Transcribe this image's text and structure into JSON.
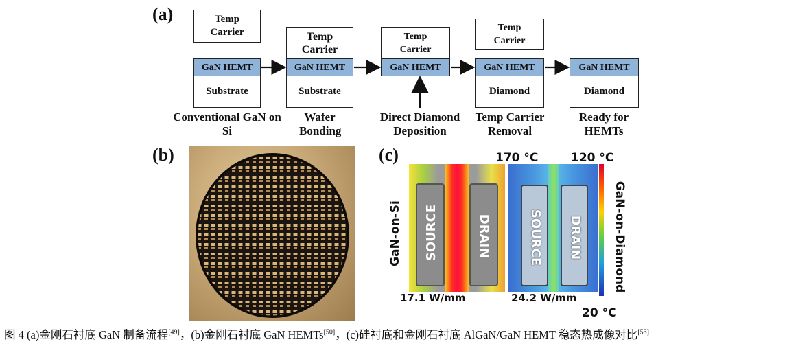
{
  "panels": {
    "a": "(a)",
    "b": "(b)",
    "c": "(c)"
  },
  "flow": {
    "temp_carrier": "Temp Carrier",
    "gan_hemt": "GaN HEMT",
    "substrate": "Substrate",
    "diamond": "Diamond",
    "steps": [
      {
        "label": "Conventional GaN on Si"
      },
      {
        "label": "Wafer Bonding"
      },
      {
        "label": "Direct Diamond Deposition"
      },
      {
        "label": "Temp Carrier Removal"
      },
      {
        "label": "Ready for HEMTs"
      }
    ]
  },
  "thermal": {
    "left_side_label": "GaN-on-Si",
    "right_side_label": "GaN-on-Diamond",
    "source": "SOURCE",
    "drain": "DRAIN",
    "left_max_temp": "170 °C",
    "right_max_temp": "120 °C",
    "min_temp": "20 °C",
    "left_power": "17.1 W/mm",
    "right_power": "24.2 W/mm"
  },
  "caption": {
    "part1": "图 4 (a)金刚石衬底 GaN 制备流程",
    "ref1": "[49]",
    "part2": "，(b)金刚石衬底 GaN HEMTs",
    "ref2": "[50]",
    "part3": "，(c)硅衬底和金刚石衬底 AlGaN/GaN HEMT 稳态热成像对比",
    "ref3": "[53]"
  },
  "colors": {
    "gan_band": "#8fb3d9",
    "wafer_bg": "#c9a978"
  }
}
